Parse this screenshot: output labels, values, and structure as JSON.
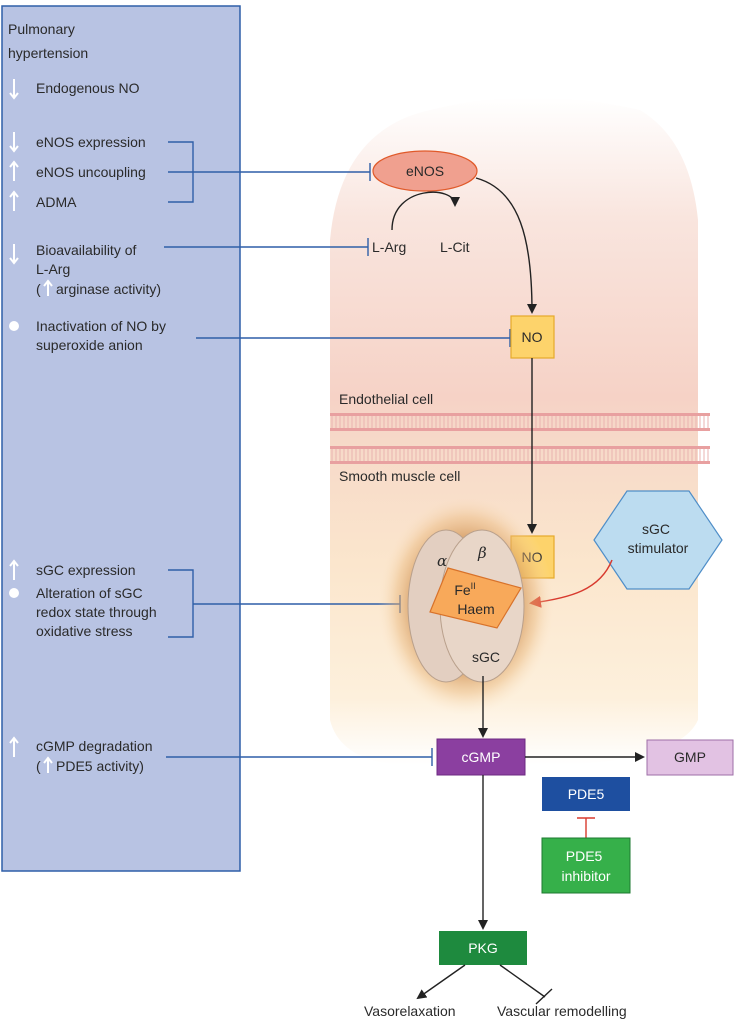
{
  "panel": {
    "title_line1": "Pulmonary",
    "title_line2": "hypertension",
    "items": {
      "endo_no": "Endogenous NO",
      "enos_expr": "eNOS expression",
      "enos_uncoup": "eNOS uncoupling",
      "adma": "ADMA",
      "bio1": "Bioavailability of",
      "bio2": "L-Arg",
      "bio3_open": "(",
      "bio3": "arginase activity)",
      "inact1": "Inactivation of NO by",
      "inact2": "superoxide anion",
      "sgc_expr": "sGC expression",
      "redox1": "Alteration of sGC",
      "redox2": "redox state through",
      "redox3": "oxidative stress",
      "cgmp_deg": "cGMP degradation",
      "pde5act_open": "(",
      "pde5act": "PDE5 activity)"
    }
  },
  "nodes": {
    "enos": "eNOS",
    "larg": "L-Arg",
    "lcit": "L-Cit",
    "no_top": "NO",
    "endothelial": "Endothelial cell",
    "smooth": "Smooth muscle cell",
    "no_mid": "NO",
    "stimulator1": "sGC",
    "stimulator2": "stimulator",
    "alpha": "α",
    "beta": "β",
    "fe": "Fe",
    "fe_sup": "II",
    "haem": "Haem",
    "sgc": "sGC",
    "cgmp": "cGMP",
    "gmp": "GMP",
    "pde5": "PDE5",
    "inhib1": "PDE5",
    "inhib2": "inhibitor",
    "pkg": "PKG",
    "vasorelax": "Vasorelaxation",
    "remodel": "Vascular remodelling"
  },
  "colors": {
    "panel_fill": "#b8c3e3",
    "panel_border": "#2f5fa8",
    "connector": "#2f5fa8",
    "endothelial_bg": "#f6d3c8",
    "smooth_bg": "#fbe4c6",
    "enos_fill": "#f0a08f",
    "no_fill": "#fdd36b",
    "stimulator_fill": "#bcdcf0",
    "haem_fill": "#f8a95a",
    "cgmp_fill": "#8b3fa0",
    "gmp_fill": "#e2c2e3",
    "pde5_fill": "#1e4fa0",
    "inhibitor_fill": "#36b04a",
    "pkg_fill": "#1e8a3e",
    "red_arrow": "#d83a2e"
  }
}
